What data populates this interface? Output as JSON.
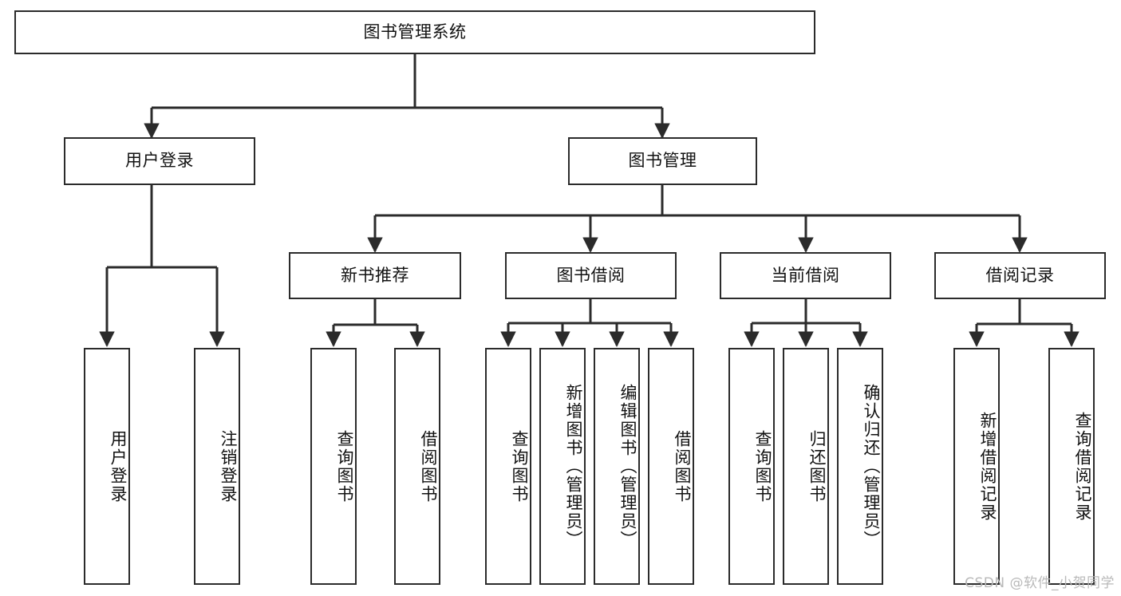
{
  "diagram": {
    "title": "图书管理系统",
    "type": "tree-structure-chart",
    "line_color": "#2b2b2b",
    "box_fill": "#ffffff",
    "text_color": "#111111"
  },
  "nodes": {
    "root": {
      "label": "图书管理系统"
    },
    "level1": [
      {
        "id": "user-login",
        "label": "用户登录"
      },
      {
        "id": "book-manage",
        "label": "图书管理"
      }
    ],
    "level2": [
      {
        "id": "new-book-rec",
        "label": "新书推荐"
      },
      {
        "id": "book-borrow",
        "label": "图书借阅"
      },
      {
        "id": "current-borrow",
        "label": "当前借阅"
      },
      {
        "id": "borrow-record",
        "label": "借阅记录"
      }
    ],
    "leaves": [
      {
        "id": "leaf-user-login",
        "label": "用户登录",
        "parent": "user-login"
      },
      {
        "id": "leaf-logout",
        "label": "注销登录",
        "parent": "user-login"
      },
      {
        "id": "leaf-query-book-1",
        "label": "查询图书",
        "parent": "new-book-rec"
      },
      {
        "id": "leaf-borrow-book-1",
        "label": "借阅图书",
        "parent": "new-book-rec"
      },
      {
        "id": "leaf-query-book-2",
        "label": "查询图书",
        "parent": "book-borrow"
      },
      {
        "id": "leaf-add-book",
        "label": "新增图书（管理员）",
        "parent": "book-borrow"
      },
      {
        "id": "leaf-edit-book",
        "label": "编辑图书（管理员）",
        "parent": "book-borrow"
      },
      {
        "id": "leaf-borrow-book-2",
        "label": "借阅图书",
        "parent": "book-borrow"
      },
      {
        "id": "leaf-query-book-3",
        "label": "查询图书",
        "parent": "current-borrow"
      },
      {
        "id": "leaf-return-book",
        "label": "归还图书",
        "parent": "current-borrow"
      },
      {
        "id": "leaf-confirm-return",
        "label": "确认归还（管理员）",
        "parent": "current-borrow"
      },
      {
        "id": "leaf-add-record",
        "label": "新增借阅记录",
        "parent": "borrow-record"
      },
      {
        "id": "leaf-query-record",
        "label": "查询借阅记录",
        "parent": "borrow-record"
      }
    ]
  },
  "watermark": {
    "text": "CSDN @软件_小贺同学"
  }
}
